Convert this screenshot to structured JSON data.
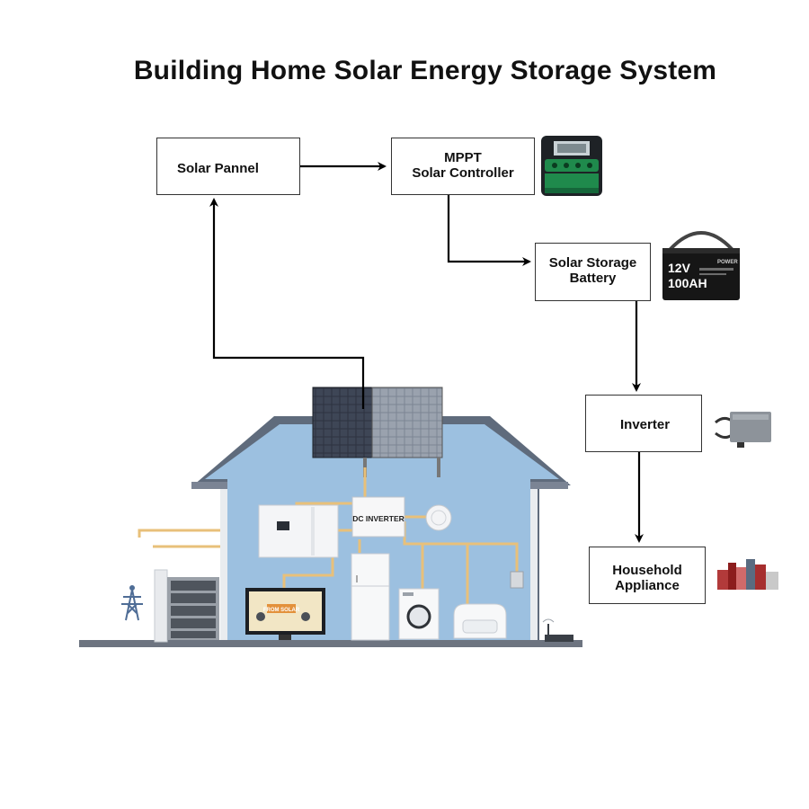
{
  "title": "Building Home Solar Energy Storage System",
  "boxes": {
    "solar_panel": "Solar Pannel",
    "mppt": "MPPT\nSolar Controller",
    "battery": "Solar Storage\nBattery",
    "inverter": "Inverter",
    "household": "Household\nAppliance"
  },
  "product_labels": {
    "battery_voltage": "12V",
    "battery_capacity": "100AH",
    "battery_brand": "POWER",
    "dc_inverter": "DC INVERTER",
    "tv_text": "FROM SOLAR"
  },
  "colors": {
    "house_roof": "#5f6b7c",
    "house_wall": "#9cc0e0",
    "wire": "#e8c07a",
    "arrow": "#000000",
    "controller_green": "#1f8a4c"
  }
}
